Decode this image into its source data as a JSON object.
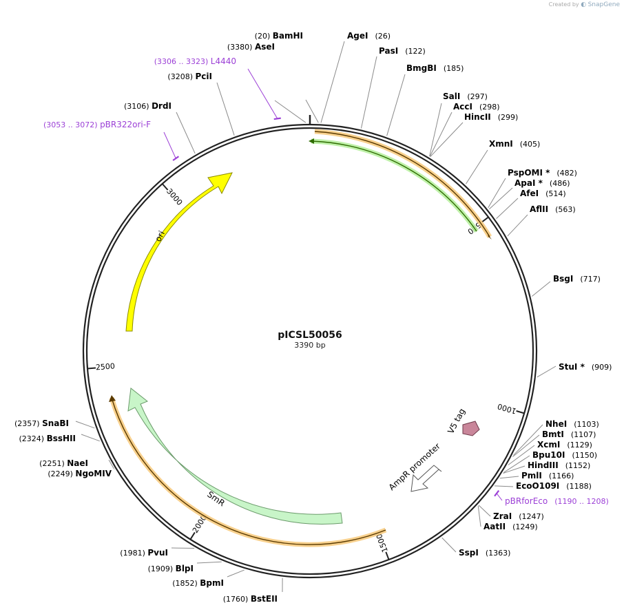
{
  "header": {
    "created_by": "Created by",
    "brand": "SnapGene"
  },
  "map": {
    "name": "pICSL50056",
    "length_label": "3390 bp",
    "total_bp": 3390
  },
  "colors": {
    "backbone": "#222222",
    "leader": "#8a8a8a",
    "primer": "#9b3fd6",
    "ori": "#ffff00",
    "smr": "#c8f5c8",
    "v5tag": "#c9869a",
    "promoter": "#ffffff",
    "orange_feature": "#f7c97a",
    "green_feature": "#b8f0a0"
  },
  "ticks": [
    {
      "bp": 500,
      "label": "500"
    },
    {
      "bp": 1000,
      "label": "1000"
    },
    {
      "bp": 1500,
      "label": "1500"
    },
    {
      "bp": 2000,
      "label": "2000"
    },
    {
      "bp": 2500,
      "label": "2500"
    },
    {
      "bp": 3000,
      "label": "3000"
    }
  ],
  "enzymes": [
    {
      "name": "BamHI",
      "pos": "(20)",
      "bp": 20,
      "side": "left"
    },
    {
      "name": "AseI",
      "pos": "(3380)",
      "bp": 3380,
      "side": "left"
    },
    {
      "name": "PciI",
      "pos": "(3208)",
      "bp": 3208,
      "side": "left"
    },
    {
      "name": "DrdI",
      "pos": "(3106)",
      "bp": 3106,
      "side": "left"
    },
    {
      "name": "AgeI",
      "pos": "(26)",
      "bp": 26,
      "side": "right"
    },
    {
      "name": "PasI",
      "pos": "(122)",
      "bp": 122,
      "side": "right"
    },
    {
      "name": "BmgBI",
      "pos": "(185)",
      "bp": 185,
      "side": "right"
    },
    {
      "name": "SalI",
      "pos": "(297)",
      "bp": 297,
      "side": "right"
    },
    {
      "name": "AccI",
      "pos": "(298)",
      "bp": 298,
      "side": "right"
    },
    {
      "name": "HincII",
      "pos": "(299)",
      "bp": 299,
      "side": "right"
    },
    {
      "name": "XmnI",
      "pos": "(405)",
      "bp": 405,
      "side": "right"
    },
    {
      "name": "PspOMI *",
      "pos": "(482)",
      "bp": 482,
      "side": "right"
    },
    {
      "name": "ApaI *",
      "pos": "(486)",
      "bp": 486,
      "side": "right"
    },
    {
      "name": "AfeI",
      "pos": "(514)",
      "bp": 514,
      "side": "right"
    },
    {
      "name": "AflII",
      "pos": "(563)",
      "bp": 563,
      "side": "right"
    },
    {
      "name": "BsgI",
      "pos": "(717)",
      "bp": 717,
      "side": "right"
    },
    {
      "name": "StuI *",
      "pos": "(909)",
      "bp": 909,
      "side": "right"
    },
    {
      "name": "NheI",
      "pos": "(1103)",
      "bp": 1103,
      "side": "right"
    },
    {
      "name": "BmtI",
      "pos": "(1107)",
      "bp": 1107,
      "side": "right"
    },
    {
      "name": "XcmI",
      "pos": "(1129)",
      "bp": 1129,
      "side": "right"
    },
    {
      "name": "Bpu10I",
      "pos": "(1150)",
      "bp": 1150,
      "side": "right"
    },
    {
      "name": "HindIII",
      "pos": "(1152)",
      "bp": 1152,
      "side": "right"
    },
    {
      "name": "PmlI",
      "pos": "(1166)",
      "bp": 1166,
      "side": "right"
    },
    {
      "name": "EcoO109I",
      "pos": "(1188)",
      "bp": 1188,
      "side": "right"
    },
    {
      "name": "ZraI",
      "pos": "(1247)",
      "bp": 1247,
      "side": "right"
    },
    {
      "name": "AatII",
      "pos": "(1249)",
      "bp": 1249,
      "side": "right"
    },
    {
      "name": "SspI",
      "pos": "(1363)",
      "bp": 1363,
      "side": "right"
    },
    {
      "name": "BstEII",
      "pos": "(1760)",
      "bp": 1760,
      "side": "left"
    },
    {
      "name": "BpmI",
      "pos": "(1852)",
      "bp": 1852,
      "side": "left"
    },
    {
      "name": "BlpI",
      "pos": "(1909)",
      "bp": 1909,
      "side": "left"
    },
    {
      "name": "PvuI",
      "pos": "(1981)",
      "bp": 1981,
      "side": "left"
    },
    {
      "name": "NgoMIV",
      "pos": "(2249)",
      "bp": 2249,
      "side": "left"
    },
    {
      "name": "NaeI",
      "pos": "(2251)",
      "bp": 2251,
      "side": "left"
    },
    {
      "name": "BssHII",
      "pos": "(2324)",
      "bp": 2324,
      "side": "left"
    },
    {
      "name": "SnaBI",
      "pos": "(2357)",
      "bp": 2357,
      "side": "left"
    }
  ],
  "primers": [
    {
      "name": "L4440",
      "pos": "(3306 .. 3323)",
      "bp": 3315,
      "side": "left"
    },
    {
      "name": "pBR322ori-F",
      "pos": "(3053 .. 3072)",
      "bp": 3062,
      "side": "left"
    },
    {
      "name": "pBRforEco",
      "pos": "(1190 .. 1208)",
      "bp": 1199,
      "side": "right"
    }
  ],
  "features": [
    {
      "name": "ori",
      "label": "ori"
    },
    {
      "name": "SmR",
      "label": "SmR"
    },
    {
      "name": "AmpR promoter",
      "label": "AmpR promoter"
    },
    {
      "name": "V5 tag",
      "label": "V5 tag"
    }
  ]
}
